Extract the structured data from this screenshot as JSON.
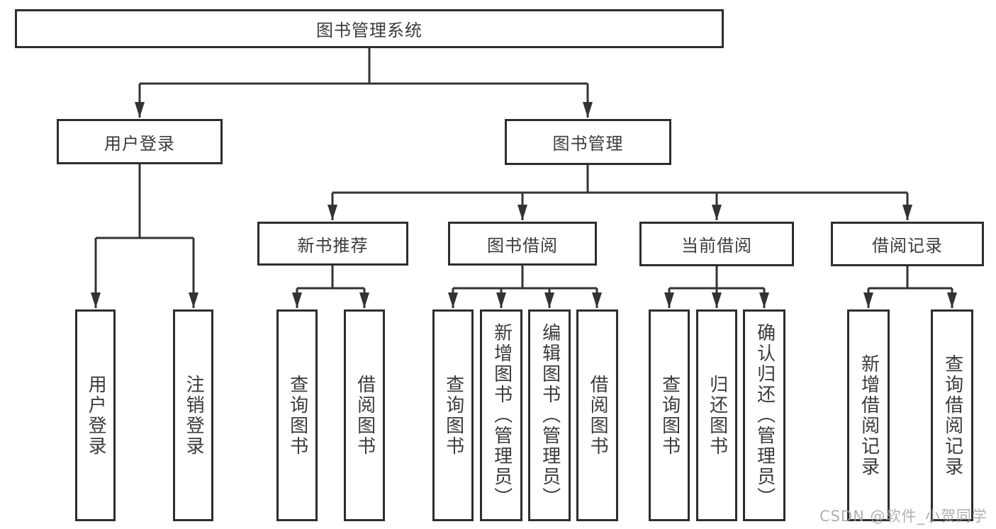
{
  "diagram_title": "图书管理系统",
  "hierarchy": {
    "root": "图书管理系统",
    "children": [
      {
        "label": "用户登录",
        "children": [
          "用户登录",
          "注销登录"
        ]
      },
      {
        "label": "图书管理",
        "children": [
          {
            "label": "新书推荐",
            "children": [
              "查询图书",
              "借阅图书"
            ]
          },
          {
            "label": "图书借阅",
            "children": [
              "查询图书",
              "新增图书（管理员）",
              "编辑图书（管理员）",
              "借阅图书"
            ]
          },
          {
            "label": "当前借阅",
            "children": [
              "查询图书",
              "归还图书",
              "确认归还（管理员）"
            ]
          },
          {
            "label": "借阅记录",
            "children": [
              "新增借阅记录",
              "查询借阅记录"
            ]
          }
        ]
      }
    ]
  },
  "watermark": "CSDN @软件_小贺同学",
  "colors": {
    "line": "#333333",
    "box_border": "#2d2d2d",
    "text": "#3b3b3b",
    "watermark": "#a3a3a3",
    "background": "#ffffff"
  }
}
